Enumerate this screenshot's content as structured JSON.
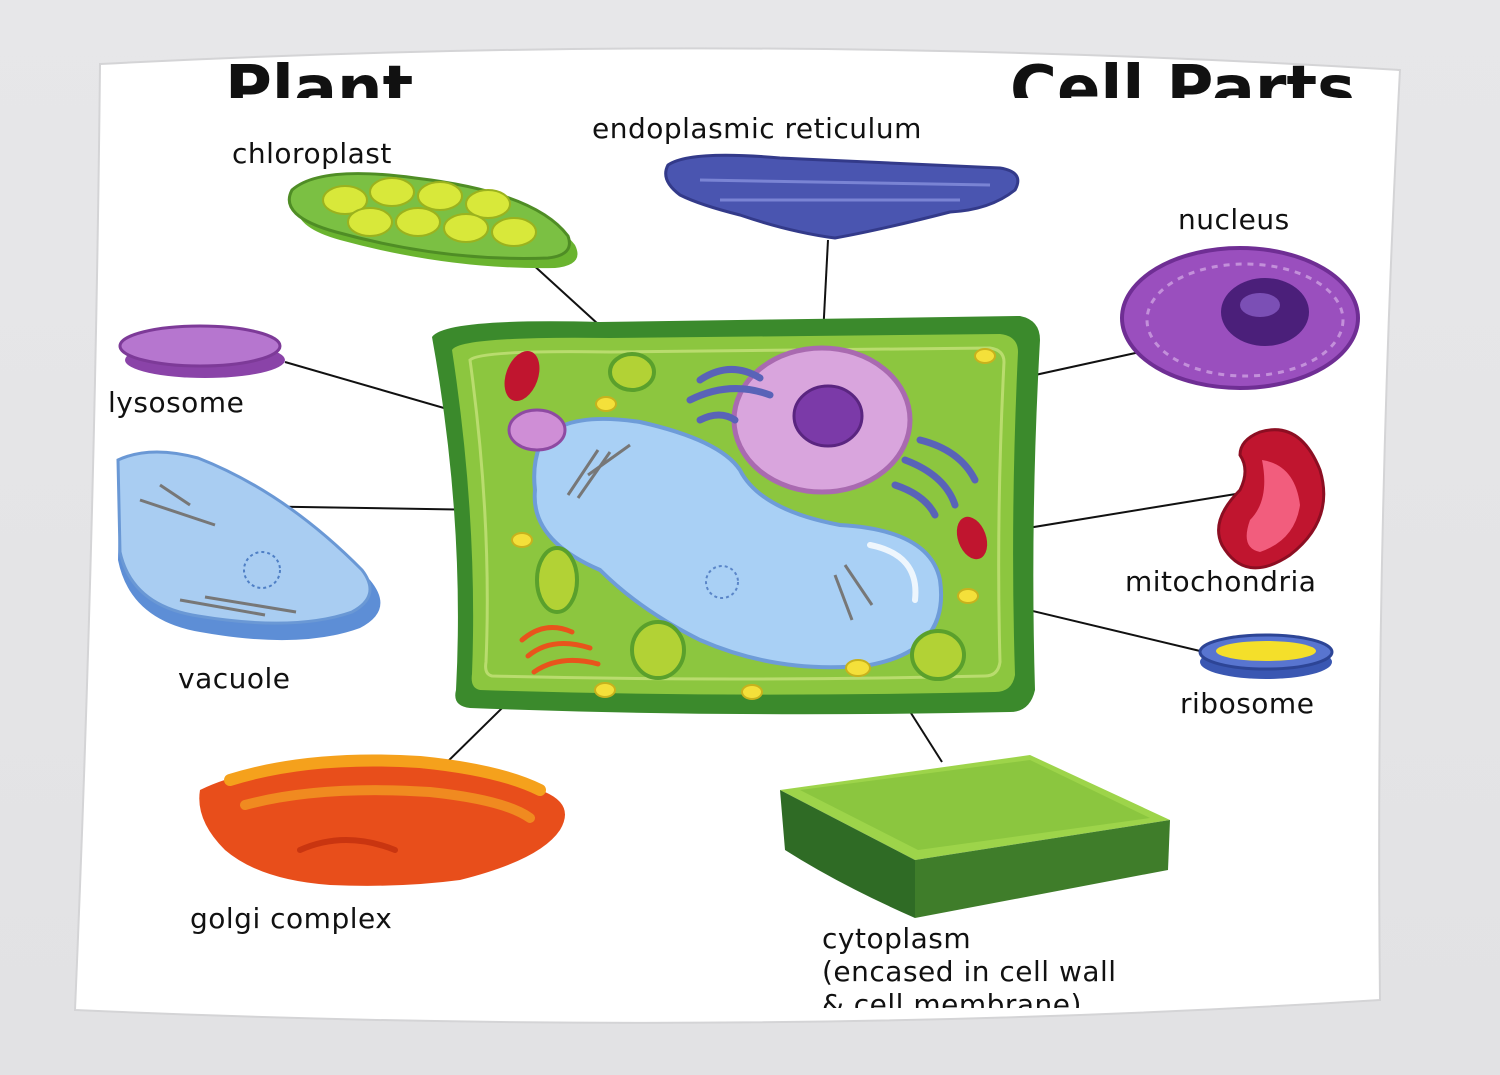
{
  "title": {
    "left_fragment": "Plant",
    "right_fragment": "Cell Parts"
  },
  "labels": {
    "endoplasmic_reticulum": "endoplasmic reticulum",
    "chloroplast": "chloroplast",
    "nucleus": "nucleus",
    "lysosome": "lysosome",
    "vacuole": "vacuole",
    "mitochondria": "mitochondria",
    "ribosome": "ribosome",
    "golgi_complex": "golgi complex",
    "cytoplasm_line1": "cytoplasm",
    "cytoplasm_line2": "(encased in cell wall",
    "cytoplasm_line3": "& cell membrane)"
  },
  "colors": {
    "cell_wall": "#3b8a2c",
    "cytoplasm": "#8cc63f",
    "vacuole": "#a9d0f5",
    "nucleus_outer": "#cf8ed6",
    "nucleolus": "#7b3aa8",
    "er": "#4a55b0",
    "chloroplast": "#5aa02c",
    "mitochondria": "#c0152f",
    "golgi": "#e8541c",
    "ribosome": "#f4e03a",
    "lysosome": "#a067c2"
  }
}
